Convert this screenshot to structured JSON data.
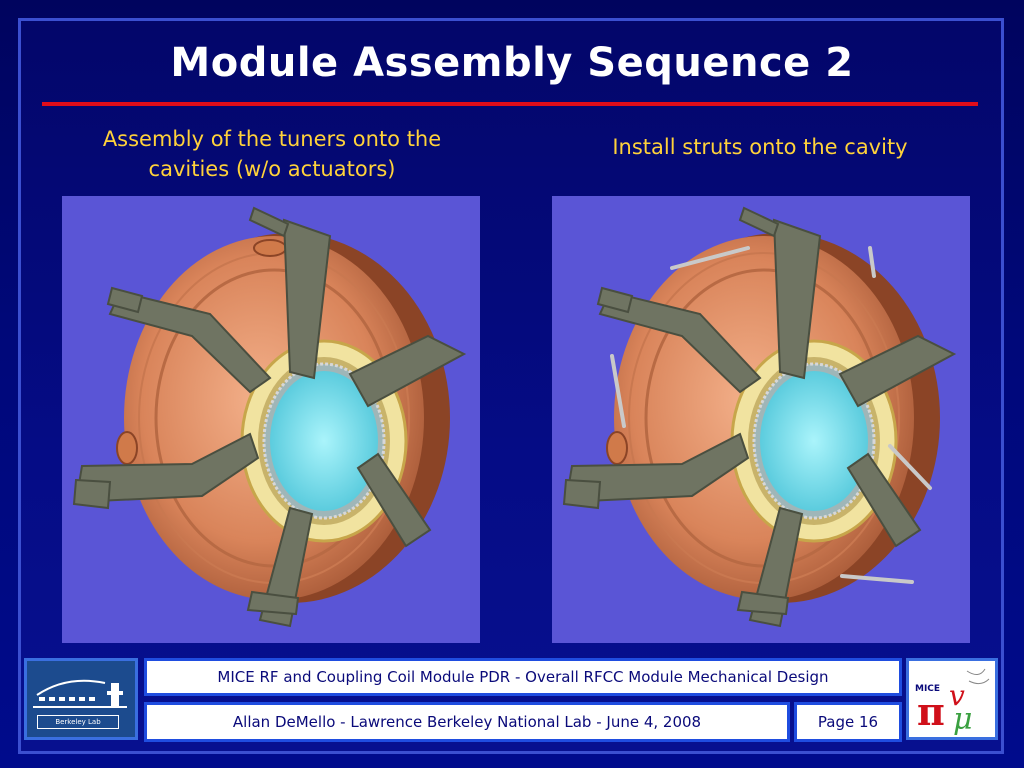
{
  "slide": {
    "title": "Module Assembly Sequence 2",
    "left_caption_line1": "Assembly of the tuners onto the",
    "left_caption_line2": "cavities (w/o actuators)",
    "right_caption": "Install struts onto the cavity"
  },
  "footer": {
    "top_text": "MICE RF and Coupling Coil Module PDR - Overall RFCC Module Mechanical Design",
    "bottom_text": "Allan DeMello -  Lawrence Berkeley National Lab  -  June 4, 2008",
    "page_label": "Page 16",
    "logo_text": "Berkeley Lab",
    "mice_text": "MICE"
  },
  "colors": {
    "background": "#000b8c",
    "rule": "#e00d1a",
    "caption": "#ffd23a",
    "render_background": "#5a55d6",
    "copper": "#d9845a",
    "window": "#7fe0f0",
    "tuner_arm": "#6f7462"
  }
}
